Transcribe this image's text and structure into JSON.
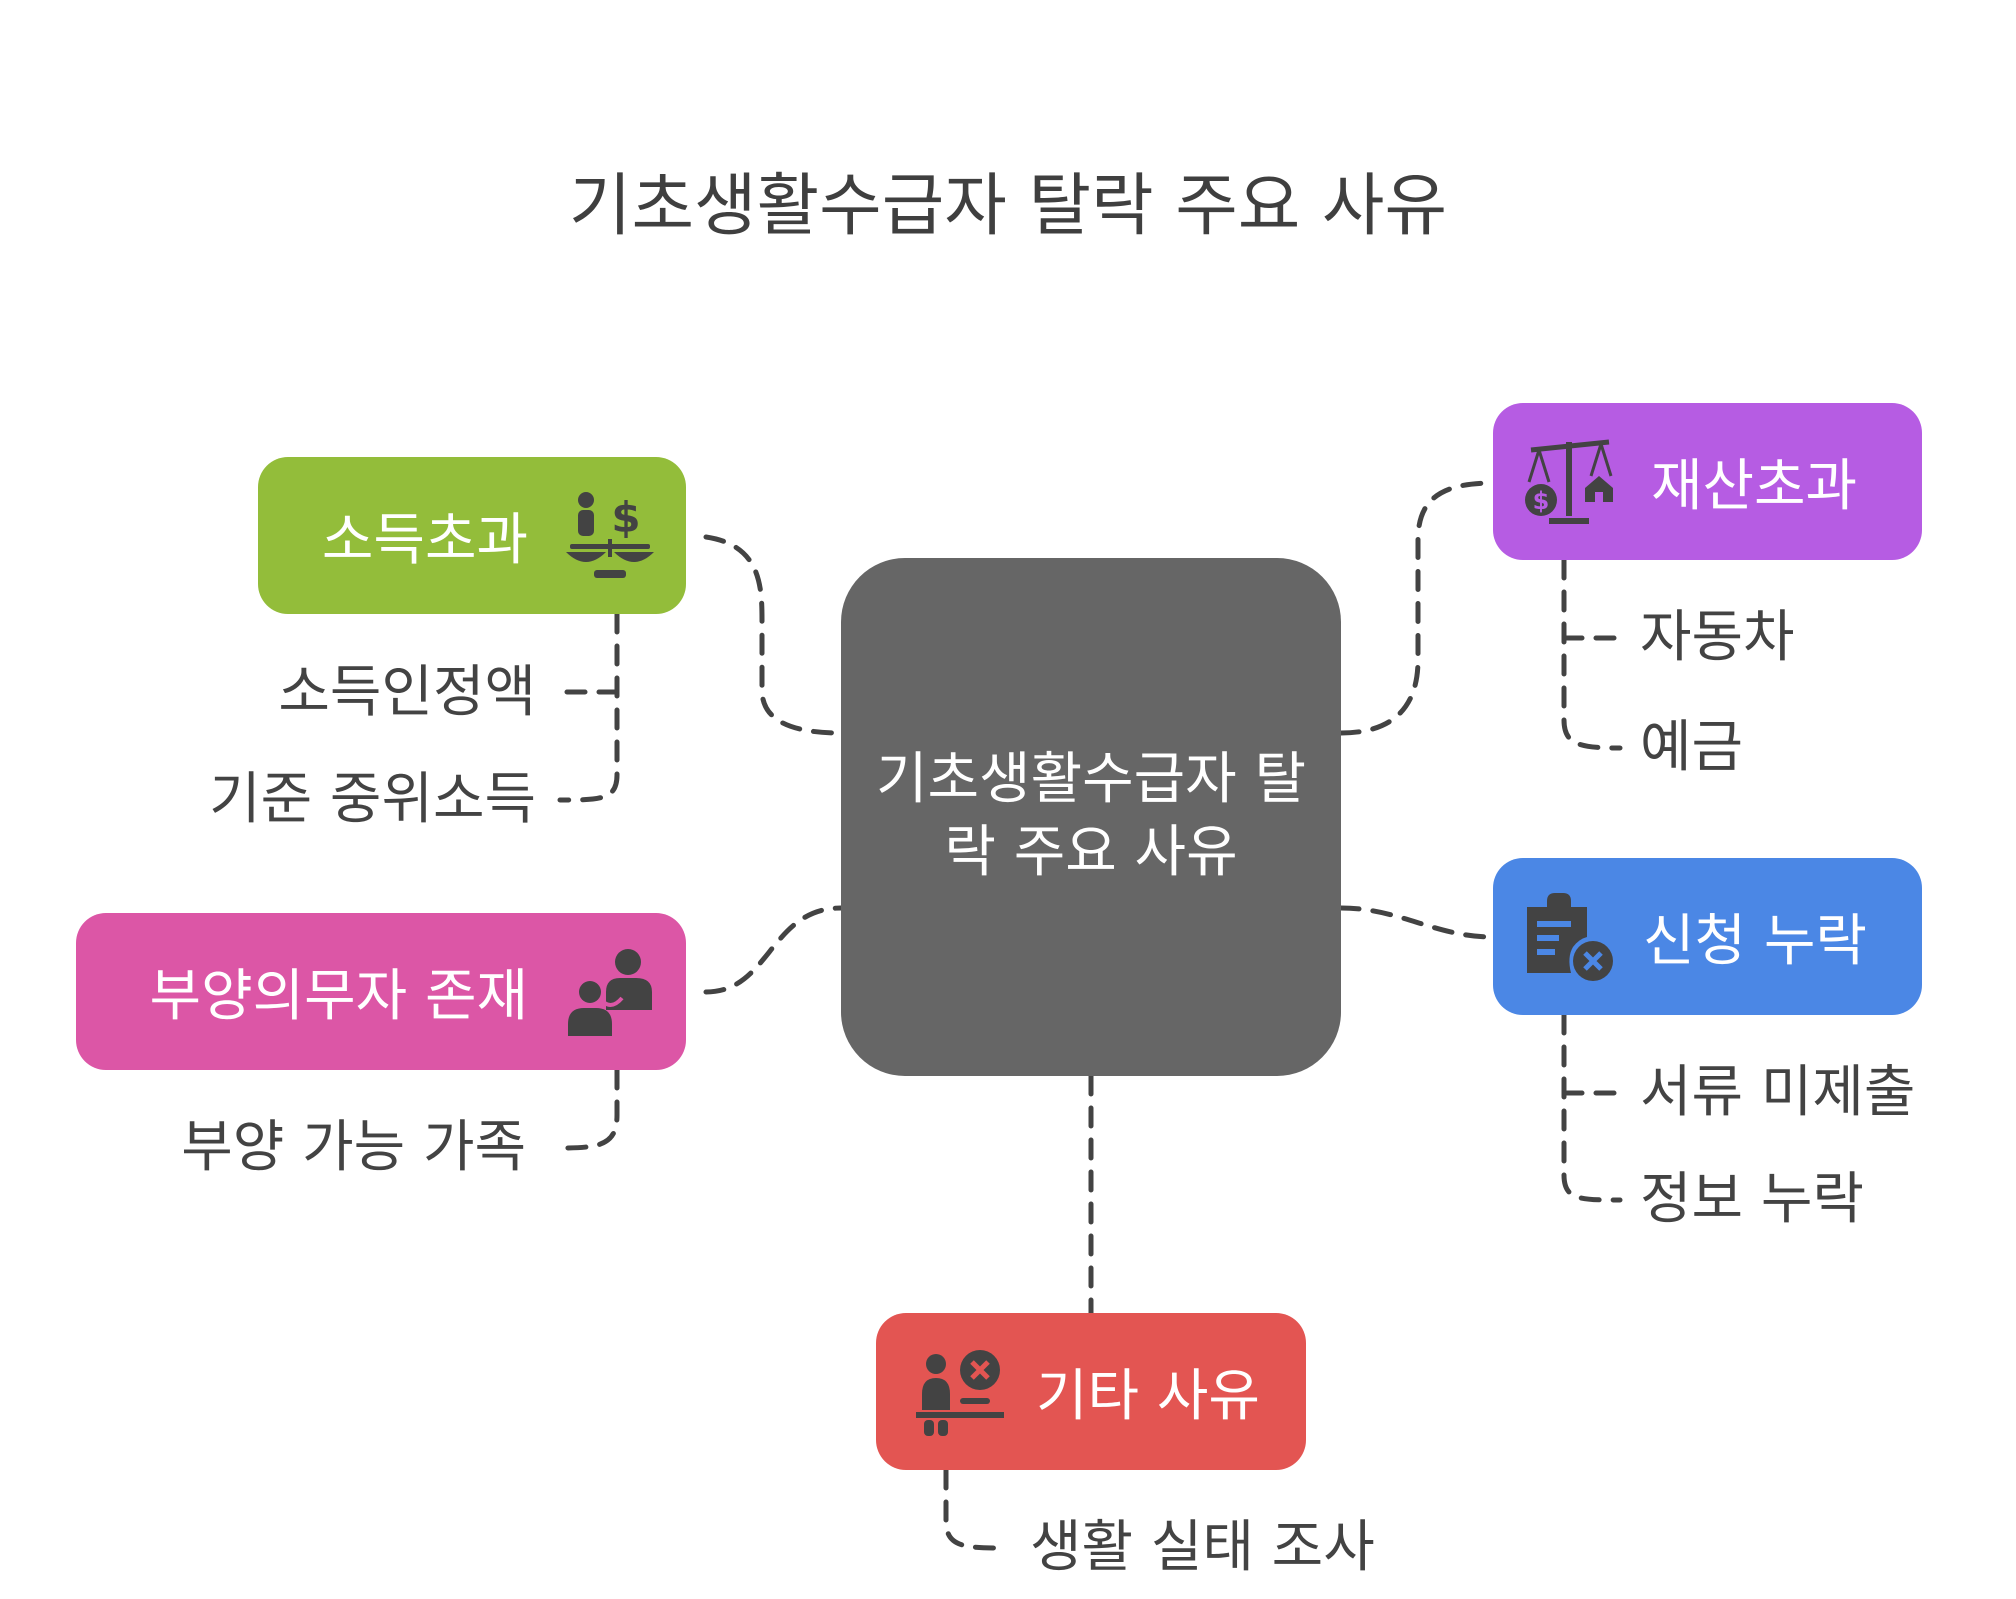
{
  "title": "기초생활수급자 탈락 주요 사유",
  "center": {
    "label": "기초생활수급자 탈락 주요 사유"
  },
  "branches": {
    "income": {
      "label": "소득초과",
      "icon": "balance-person-dollar-icon",
      "color": "#93bd3a",
      "items": [
        "소득인정액",
        "기준 중위소득"
      ]
    },
    "support": {
      "label": "부양의무자 존재",
      "icon": "family-support-icon",
      "color": "#dc56a6",
      "items": [
        "부양 가능 가족"
      ]
    },
    "asset": {
      "label": "재산초과",
      "icon": "scale-money-house-icon",
      "color": "#b65ce3",
      "items": [
        "자동차",
        "예금"
      ]
    },
    "omit": {
      "label": "신청 누락",
      "icon": "clipboard-x-icon",
      "color": "#4b87e5",
      "items": [
        "서류 미제출",
        "정보 누락"
      ]
    },
    "etc": {
      "label": "기타 사유",
      "icon": "person-x-icon",
      "color": "#e35552",
      "items": [
        "생활 실태 조사"
      ]
    }
  }
}
